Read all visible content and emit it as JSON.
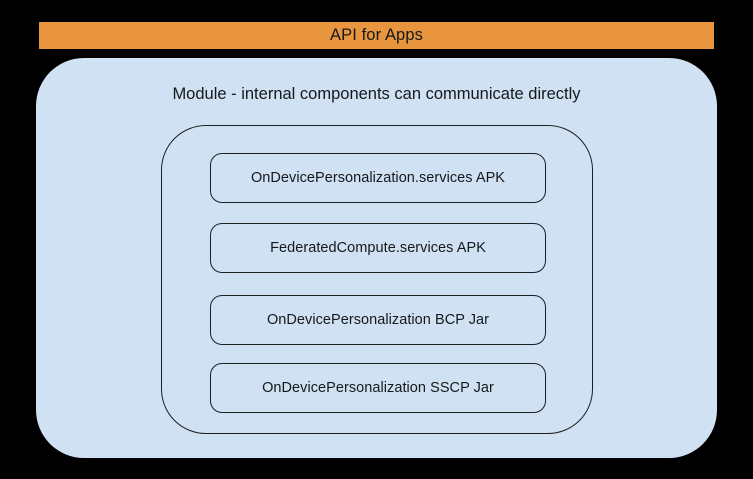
{
  "diagram": {
    "title": "API for Apps",
    "api_band": {
      "label": "API for Apps",
      "color": "#e9953d",
      "text_color": "#15191c"
    },
    "module_panel": {
      "caption": "Module - internal components can communicate directly",
      "color": "#d0e1f3",
      "text_color": "#15191c"
    },
    "internal_group": {
      "stroke_color": "#1c1f22"
    },
    "components": [
      {
        "label": "OnDevicePersonalization.services APK"
      },
      {
        "label": "FederatedCompute.services APK"
      },
      {
        "label": "OnDevicePersonalization BCP Jar"
      },
      {
        "label": "OnDevicePersonalization SSCP Jar"
      }
    ],
    "background_color": "#000000"
  }
}
